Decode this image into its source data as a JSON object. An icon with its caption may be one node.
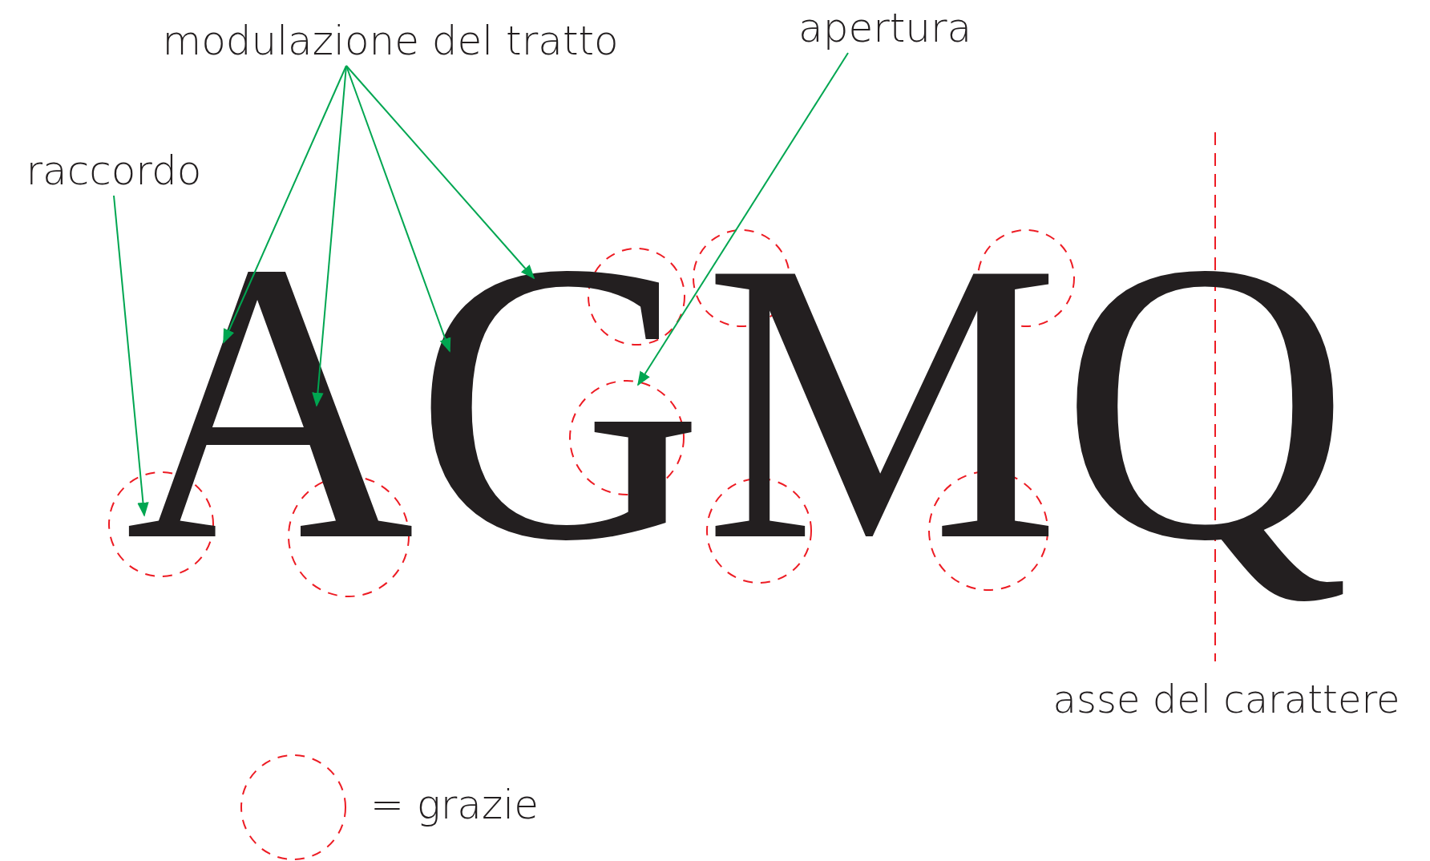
{
  "diagram": {
    "nodes": [
      {
        "text": [
          "modulazione del tratto"
        ]
      },
      {
        "text": [
          "apertura"
        ]
      },
      {
        "text": [
          "raccordo"
        ]
      },
      {
        "text": [
          "AGMQ"
        ]
      }
    ],
    "edges": [
      {
        "from": 0,
        "to": 3,
        "arrow": "to"
      },
      {
        "from": 0,
        "to": 3,
        "arrow": "to"
      },
      {
        "from": 0,
        "to": 3,
        "arrow": "to"
      },
      {
        "from": 0,
        "to": 3,
        "arrow": "to"
      },
      {
        "from": 1,
        "to": 3,
        "arrow": "to"
      },
      {
        "from": 2,
        "to": 3,
        "arrow": "to"
      }
    ],
    "labels": [
      "asse del carattere"
    ],
    "legend": [
      {
        "text": "= grazie"
      }
    ]
  }
}
